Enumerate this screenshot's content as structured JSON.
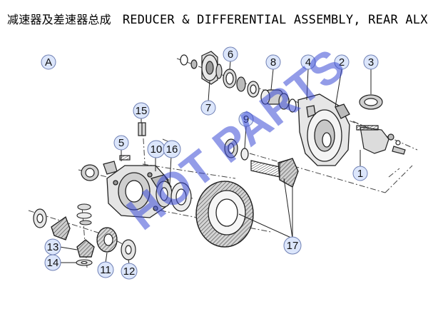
{
  "title": {
    "chinese": "减速器及差速器总成",
    "english": "REDUCER & DIFFERENTIAL ASSEMBLY, REAR ALXE"
  },
  "section_label": "A",
  "watermark": "HOT PARTS",
  "callouts": [
    "1",
    "2",
    "3",
    "4",
    "5",
    "6",
    "7",
    "8",
    "9",
    "10",
    "11",
    "12",
    "13",
    "14",
    "15",
    "16",
    "17"
  ],
  "colors": {
    "callout_fill": "#dce6fb",
    "callout_stroke": "#6e7fb4",
    "watermark": "#3b4bd6",
    "line": "#333333"
  }
}
